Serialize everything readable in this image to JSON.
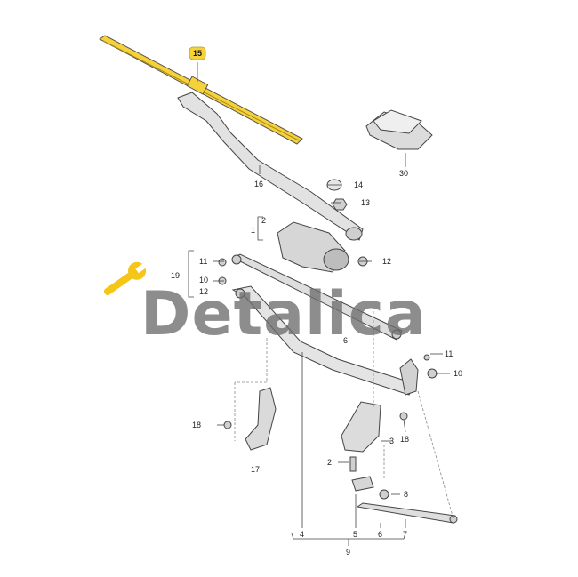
{
  "diagram": {
    "highlight_color": "#f5d23a",
    "part_color": "#d8d8d8",
    "line_color": "#444444",
    "watermark": {
      "text": "Detalica",
      "icon": "wrench-icon",
      "icon_color": "#f5c518"
    },
    "callouts": {
      "c15": "15",
      "c16": "16",
      "c14": "14",
      "c13": "13",
      "c30": "30",
      "c1": "1",
      "c2": "2",
      "c12a": "12",
      "c11a": "11",
      "c19": "19",
      "c10a": "10",
      "c12b": "12",
      "c6a": "6",
      "c11b": "11",
      "c10b": "10",
      "c18a": "18",
      "c18b": "18",
      "c17": "17",
      "c3": "3",
      "c2b": "2",
      "c8": "8",
      "c4": "4",
      "c5": "5",
      "c6b": "6",
      "c7": "7",
      "c9": "9"
    }
  }
}
